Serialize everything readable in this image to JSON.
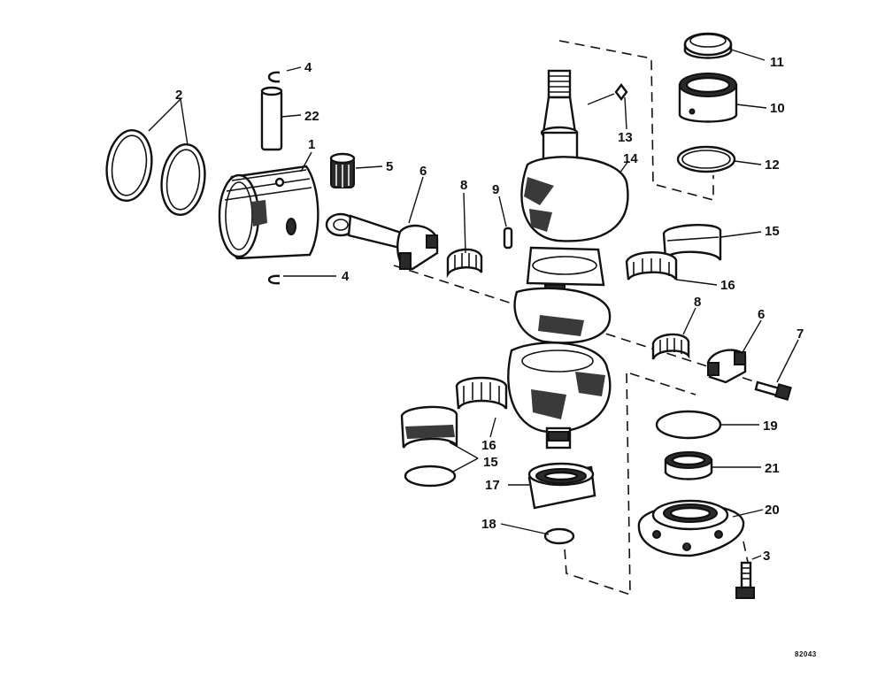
{
  "figure_number": "82043",
  "callouts": [
    {
      "id": "c4a",
      "text": "4"
    },
    {
      "id": "c2",
      "text": "2"
    },
    {
      "id": "c22",
      "text": "22"
    },
    {
      "id": "c1",
      "text": "1"
    },
    {
      "id": "c5",
      "text": "5"
    },
    {
      "id": "c6a",
      "text": "6"
    },
    {
      "id": "c4b",
      "text": "4"
    },
    {
      "id": "c8a",
      "text": "8"
    },
    {
      "id": "c9",
      "text": "9"
    },
    {
      "id": "c13",
      "text": "13"
    },
    {
      "id": "c14",
      "text": "14"
    },
    {
      "id": "c11",
      "text": "11"
    },
    {
      "id": "c10",
      "text": "10"
    },
    {
      "id": "c12",
      "text": "12"
    },
    {
      "id": "c15a",
      "text": "15"
    },
    {
      "id": "c16a",
      "text": "16"
    },
    {
      "id": "c8b",
      "text": "8"
    },
    {
      "id": "c6b",
      "text": "6"
    },
    {
      "id": "c7",
      "text": "7"
    },
    {
      "id": "c16b",
      "text": "16"
    },
    {
      "id": "c15b",
      "text": "15"
    },
    {
      "id": "c17",
      "text": "17"
    },
    {
      "id": "c18",
      "text": "18"
    },
    {
      "id": "c19",
      "text": "19"
    },
    {
      "id": "c21",
      "text": "21"
    },
    {
      "id": "c20",
      "text": "20"
    },
    {
      "id": "c3",
      "text": "3"
    }
  ]
}
